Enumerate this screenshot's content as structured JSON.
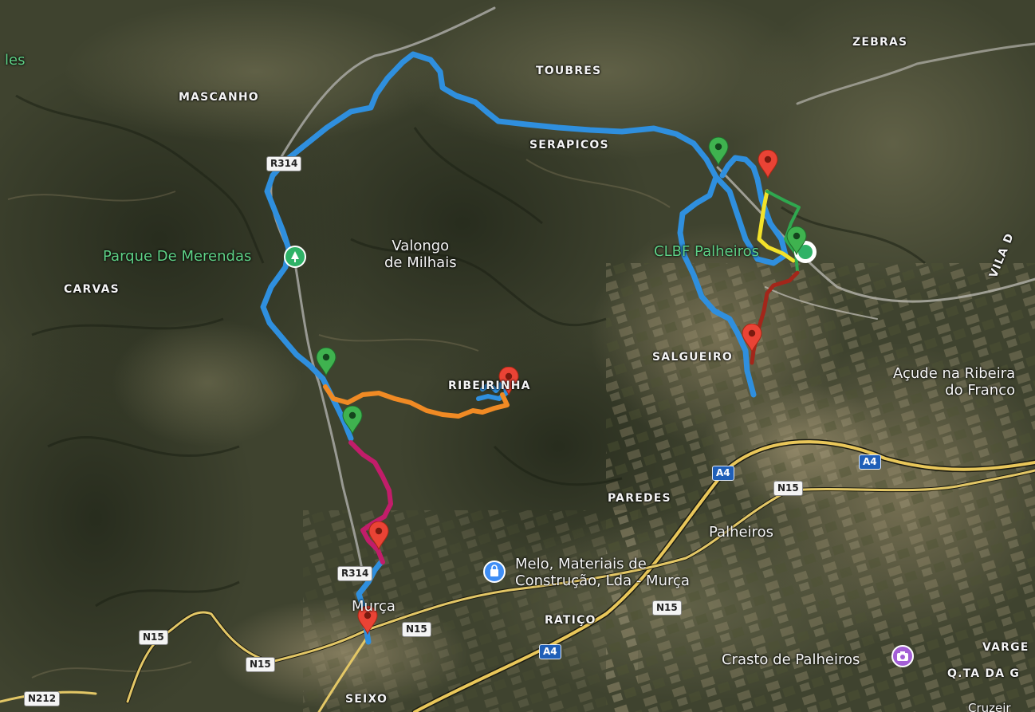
{
  "map": {
    "type": "satellite",
    "colors": {
      "route_blue": "#2f8fde",
      "route_orange": "#f08a24",
      "route_magenta": "#c21d6a",
      "route_yellow": "#f2e22a",
      "route_green": "#2fa84f",
      "route_darkred": "#a3261a",
      "road_yellow": "#e9c75a",
      "pin_green": "#3fb24f",
      "pin_red": "#ea4335"
    },
    "area_labels": {
      "mascanho": "MASCANHO",
      "toubres": "TOUBRES",
      "zebras": "ZEBRAS",
      "serapicos": "SERAPICOS",
      "carvas": "CARVAS",
      "salgueiro": "SALGUEIRO",
      "ribeirinha": "RIBEIRINHA",
      "paredes": "PAREDES",
      "ratico": "RATIÇO",
      "seixo": "SEIXO",
      "varge": "VARGE",
      "qta_da": "Q.TA DA G",
      "vila": "VILA D"
    },
    "town_labels": {
      "valongo": "Valongo\nde Milhais",
      "palheiros": "Palheiros",
      "murca": "Murça"
    },
    "poi_labels": {
      "parque": "Parque De Merendas",
      "clbf": "CLBF Palheiros",
      "melo": "Melo, Materiais de\nConstrução, Lda - Murça",
      "acude": "Açude na Ribeira\ndo Franco",
      "crasto": "Crasto de Palheiros",
      "les": "les",
      "cruzeiro": "Cruzeir"
    },
    "road_shields": {
      "r314_top": "R314",
      "r314_bottom": "R314",
      "a4_1": "A4",
      "a4_2": "A4",
      "a4_3": "A4",
      "n15_1": "N15",
      "n15_2": "N15",
      "n15_3": "N15",
      "n15_4": "N15",
      "n15_5": "N15",
      "n212": "N212"
    },
    "pins": [
      {
        "name": "pin-green-1",
        "color": "green"
      },
      {
        "name": "pin-green-2",
        "color": "green"
      },
      {
        "name": "pin-green-3",
        "color": "green"
      },
      {
        "name": "pin-green-4",
        "color": "green"
      },
      {
        "name": "pin-red-1",
        "color": "red"
      },
      {
        "name": "pin-red-2",
        "color": "red"
      },
      {
        "name": "pin-red-3",
        "color": "red"
      },
      {
        "name": "pin-red-4",
        "color": "red"
      },
      {
        "name": "pin-red-5",
        "color": "red"
      }
    ]
  }
}
